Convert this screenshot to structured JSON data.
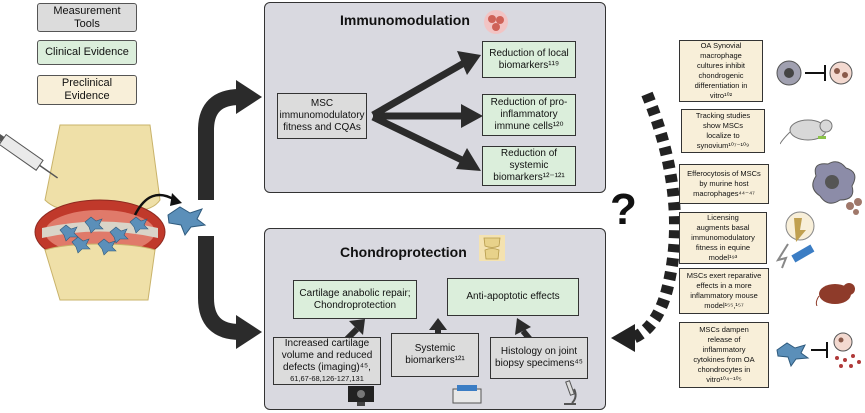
{
  "legend": {
    "measurement": "Measurement\nTools",
    "clinical": "Clinical Evidence",
    "preclinical": "Preclinical\nEvidence"
  },
  "immuno": {
    "title": "Immunomodulation",
    "center": "MSC\nimmunomodulatory\nfitness and CQAs",
    "out1": "Reduction of local\nbiomarkers¹¹⁹",
    "out2": "Reduction of pro-\ninflammatory\nimmune cells¹²⁰",
    "out3": "Reduction of\nsystemic\nbiomarkers¹²⁻¹²¹"
  },
  "chondro": {
    "title": "Chondroprotection",
    "anabolic": "Cartilage anabolic repair;\nChondroprotection",
    "antiapoptotic": "Anti-apoptotic effects",
    "imaging_main": "Increased cartilage\nvolume and reduced\ndefects (imaging)⁴⁵,",
    "imaging_refs": "61,67-68,126-127,131",
    "systemic": "Systemic\nbiomarkers¹²¹",
    "histology": "Histology on joint\nbiopsy specimens⁴⁵"
  },
  "question_mark": "?",
  "preclinical_items": [
    "OA Synovial\nmacrophage\ncultures inhibit\nchondrogenic\ndifferentiation in\nvitro¹⁰²",
    "Tracking studies\nshow MSCs\nlocalize to\nsynovium¹⁰⁷⁻¹⁰⁹",
    "Efferocytosis of MSCs\nby murine host\nmacrophages⁴⁴⁻⁴⁷",
    "Licensing\naugments basal\nimmunomodulatory\nfitness in equine\nmodel¹⁹³",
    "MSCs exert reparative\neffects in a more\ninflammatory mouse\nmodel¹⁵⁵,¹⁵⁷",
    "MSCs dampen\nrelease of\ninflammatory\ncytokines from OA\nchondrocytes in\nvitro¹⁰⁴⁻¹⁰⁵"
  ],
  "colors": {
    "panel": "#d9d9e0",
    "clinical": "#dbeedb",
    "measurement": "#dcdcdc",
    "preclinical": "#f8efd9",
    "joint_red": "#c0392b",
    "bone": "#efe0a8",
    "msc": "#5b8fb9"
  }
}
